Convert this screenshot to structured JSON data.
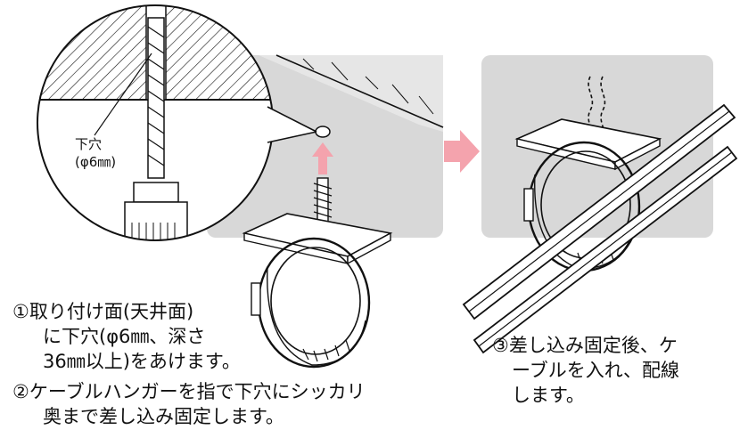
{
  "callout": {
    "line1": "下穴",
    "line2": "(φ6㎜)"
  },
  "steps": {
    "step1": {
      "line1": "①取り付け面(天井面)",
      "line2": "に下穴(φ6㎜、深さ",
      "line3": "36㎜以上)をあけます。"
    },
    "step2": {
      "line1": "②ケーブルハンガーを指で下穴にシッカリ",
      "line2": "奥まで差し込み固定します。"
    },
    "step3": {
      "line1": "③差し込み固定後、ケ",
      "line2": "ーブルを入れ、配線",
      "line3": "します。"
    }
  },
  "colors": {
    "panel_gray": "#d8d8d8",
    "arrow_pink": "#f4a3ad",
    "line": "#111111"
  },
  "icons": {
    "arrow_between_panels": "right-arrow-icon",
    "arrow_up": "up-arrow-icon"
  }
}
